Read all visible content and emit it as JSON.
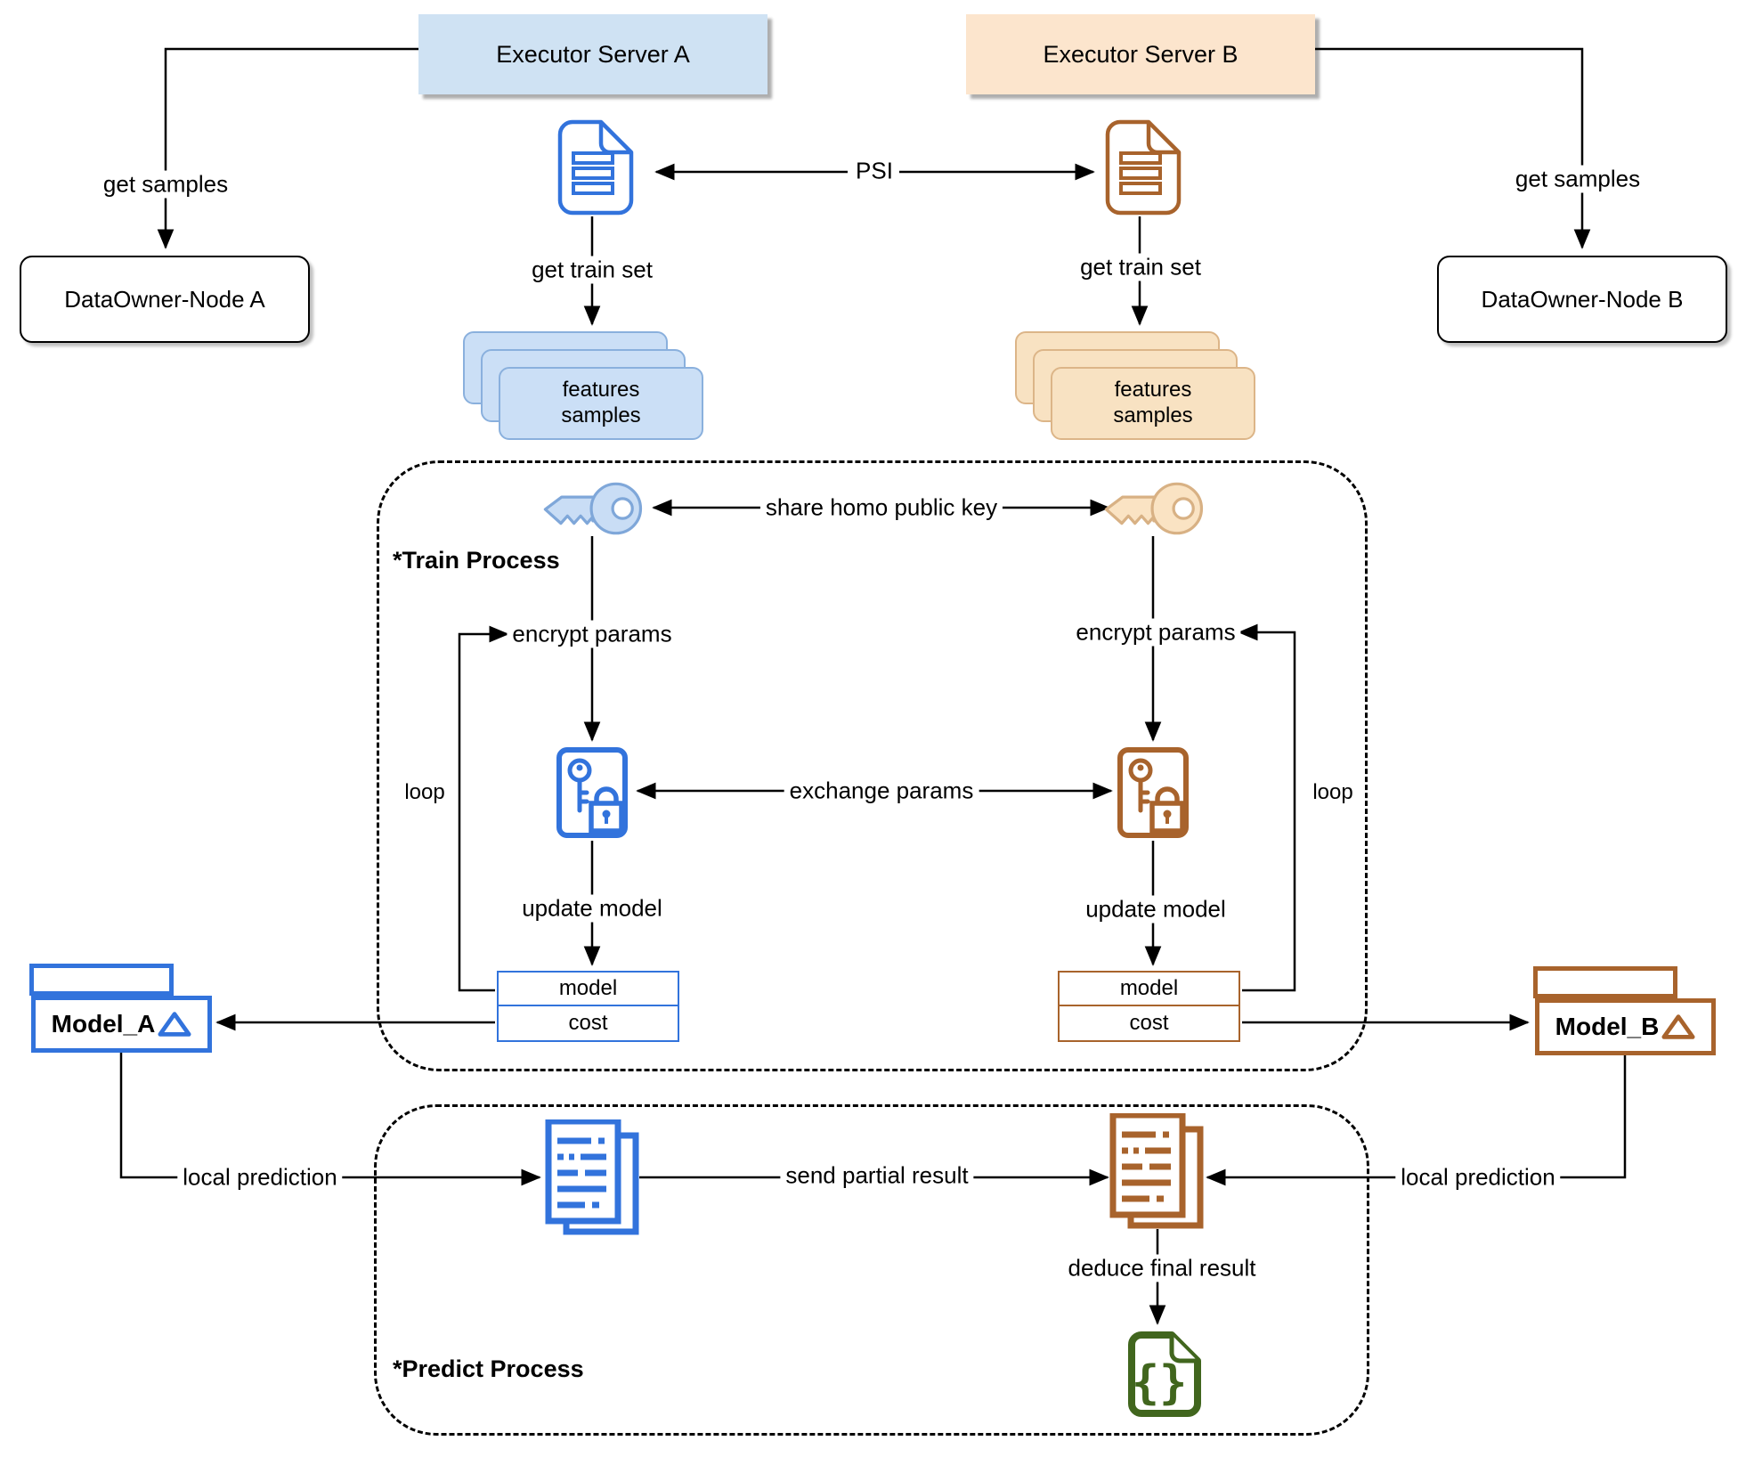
{
  "nodes": {
    "executor_server_a": "Executor Server A",
    "executor_server_b": "Executor Server B",
    "dataowner_node_a": "DataOwner-Node A",
    "dataowner_node_b": "DataOwner-Node B",
    "features_samples": {
      "line1": "features",
      "line2": "samples"
    },
    "model_cost_box": {
      "model": "model",
      "cost": "cost"
    },
    "model_a": "Model_A",
    "model_b": "Model_B"
  },
  "labels": {
    "psi": "PSI",
    "get_samples": "get samples",
    "get_train_set": "get train set",
    "share_homo_public_key": "share homo public key",
    "encrypt_params": "encrypt params",
    "exchange_params": "exchange params",
    "update_model": "update model",
    "loop": "loop",
    "local_prediction": "local prediction",
    "send_partial_result": "send partial result",
    "deduce_final_result": "deduce final result",
    "train_process": "*Train Process",
    "predict_process": "*Predict Process"
  },
  "icons": {
    "document_a": "document-icon",
    "document_b": "document-icon",
    "key_a": "key-icon",
    "key_b": "key-icon",
    "encrypted_params_a": "key-lock-icon",
    "encrypted_params_b": "key-lock-icon",
    "partial_result_a": "document-stack-icon",
    "partial_result_b": "document-stack-icon",
    "final_result": "json-file-icon",
    "model_a_marker": "triangle-icon",
    "model_b_marker": "triangle-icon"
  },
  "colors": {
    "blue_accent": "#3273dc",
    "blue_box_fill": "#cfe2f3",
    "blue_card_fill": "#cbdff6",
    "blue_card_border": "#8ab0dd",
    "orange_box_fill": "#fce5cd",
    "orange_card_fill": "#f8e2c2",
    "orange_card_border": "#dcb588",
    "brown_accent": "#a8632c",
    "green_accent": "#41661e",
    "line_black": "#000000"
  }
}
